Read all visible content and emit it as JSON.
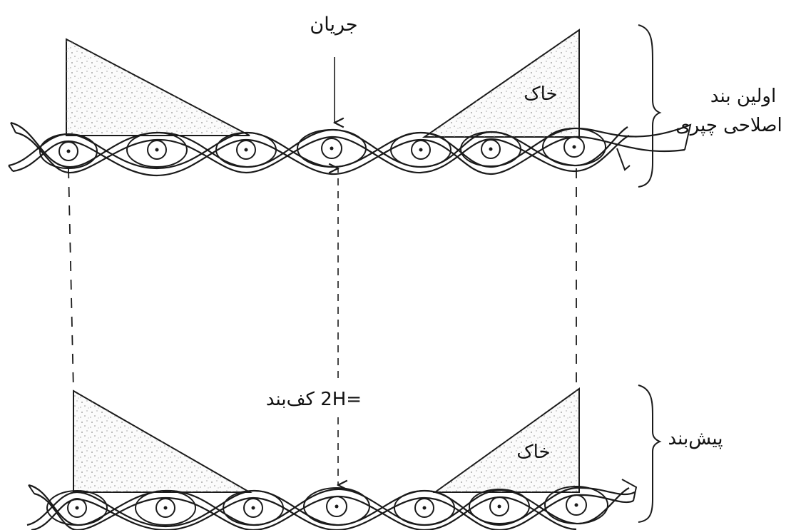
{
  "labels": {
    "flow": "جریان",
    "soil_top": "خاک",
    "soil_bottom": "خاک",
    "first_weir_line1": "اولین بند",
    "first_weir_line2": "اصلاحی چپری",
    "spacing": "=2H کف‌بند",
    "forward_weir": "پیش‌بند"
  },
  "colors": {
    "ink": "#1a1a1a",
    "soil_fill": "#fbfbfb",
    "stipple": "#8a8a8a"
  }
}
